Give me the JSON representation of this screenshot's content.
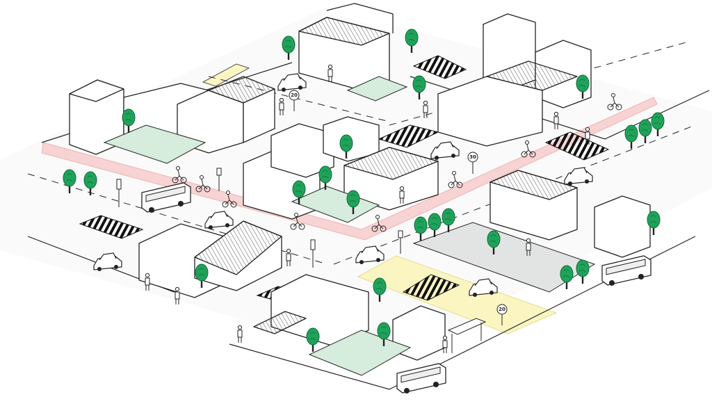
{
  "speed_signs": [
    {
      "value": "20"
    },
    {
      "value": "30"
    },
    {
      "value": "20"
    }
  ],
  "colors": {
    "tree": "#1fa35a",
    "tree_dark": "#0f6b38",
    "bike_lane": "#f7d3d3",
    "bike_lane_edge": "#efb3b3",
    "shared_street": "#fbf5c2",
    "garden_ground": "#d6ecdd",
    "park_ground": "#e2e4e3",
    "ink": "#222222",
    "building_fill": "#ffffff",
    "roof_hatch": "#555555"
  },
  "icons": [
    "tree-icon",
    "bus-icon",
    "car-icon",
    "bicycle-icon",
    "pedestrian-icon",
    "traffic-light-icon",
    "speed-limit-sign-icon",
    "bus-shelter-icon"
  ]
}
